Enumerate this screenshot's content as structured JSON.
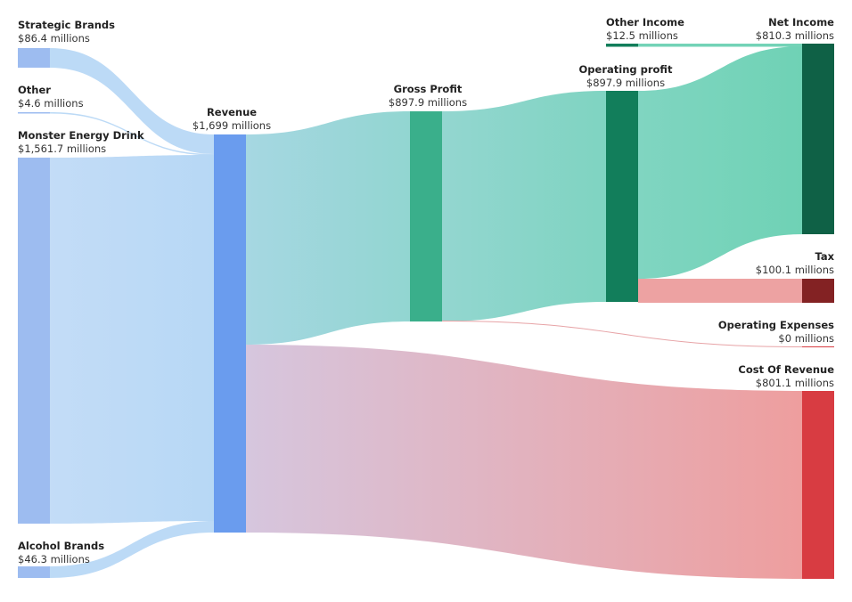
{
  "chart_data": {
    "type": "sankey",
    "unit_suffix": " millions",
    "nodes": [
      {
        "id": "strategic",
        "name": "Strategic Brands",
        "value": 86.4,
        "value_label": "$86.4 millions",
        "color": "#9dbcf0"
      },
      {
        "id": "other",
        "name": "Other",
        "value": 4.6,
        "value_label": "$4.6 millions",
        "color": "#9dbcf0"
      },
      {
        "id": "monster",
        "name": "Monster Energy Drink",
        "value": 1561.7,
        "value_label": "$1,561.7 millions",
        "color": "#9dbcf0"
      },
      {
        "id": "alcohol",
        "name": "Alcohol Brands",
        "value": 46.3,
        "value_label": "$46.3 millions",
        "color": "#9dbcf0"
      },
      {
        "id": "revenue",
        "name": "Revenue",
        "value": 1699,
        "value_label": "$1,699 millions",
        "color": "#6a9cee"
      },
      {
        "id": "gross",
        "name": "Gross Profit",
        "value": 897.9,
        "value_label": "$897.9 millions",
        "color": "#3aaf8b"
      },
      {
        "id": "opprofit",
        "name": "Operating profit",
        "value": 897.9,
        "value_label": "$897.9 millions",
        "color": "#127e5b"
      },
      {
        "id": "otherincome",
        "name": "Other Income",
        "value": 12.5,
        "value_label": "$12.5 millions",
        "color": "#127e5b"
      },
      {
        "id": "netincome",
        "name": "Net Income",
        "value": 810.3,
        "value_label": "$810.3 millions",
        "color": "#0f6146"
      },
      {
        "id": "tax",
        "name": "Tax",
        "value": 100.1,
        "value_label": "$100.1 millions",
        "color": "#832223"
      },
      {
        "id": "opex",
        "name": "Operating Expenses",
        "value": 0,
        "value_label": "$0 millions",
        "color": "#d83c42"
      },
      {
        "id": "costrev",
        "name": "Cost Of Revenue",
        "value": 801.1,
        "value_label": "$801.1 millions",
        "color": "#d83c42"
      }
    ],
    "links": [
      {
        "source": "strategic",
        "target": "revenue",
        "value": 86.4
      },
      {
        "source": "other",
        "target": "revenue",
        "value": 4.6
      },
      {
        "source": "monster",
        "target": "revenue",
        "value": 1561.7
      },
      {
        "source": "alcohol",
        "target": "revenue",
        "value": 46.3
      },
      {
        "source": "revenue",
        "target": "gross",
        "value": 897.9
      },
      {
        "source": "revenue",
        "target": "costrev",
        "value": 801.1
      },
      {
        "source": "gross",
        "target": "opprofit",
        "value": 897.9
      },
      {
        "source": "gross",
        "target": "opex",
        "value": 0
      },
      {
        "source": "opprofit",
        "target": "netincome",
        "value": 810.3
      },
      {
        "source": "opprofit",
        "target": "tax",
        "value": 100.1
      },
      {
        "source": "otherincome",
        "target": "netincome",
        "value": 12.5
      }
    ],
    "colors": {
      "income_source": "#9dbcf0",
      "income_link": "#bcdaf6",
      "revenue": "#6a9cee",
      "profit_link_start": "#a4d9e0",
      "profit_link_mid": "#8ed6cd",
      "profit_link_end": "#73d3b7",
      "cost_link_start": "#d6c6de",
      "cost_link_end": "#ee9e9e",
      "tax_link": "#eda2a2"
    }
  }
}
